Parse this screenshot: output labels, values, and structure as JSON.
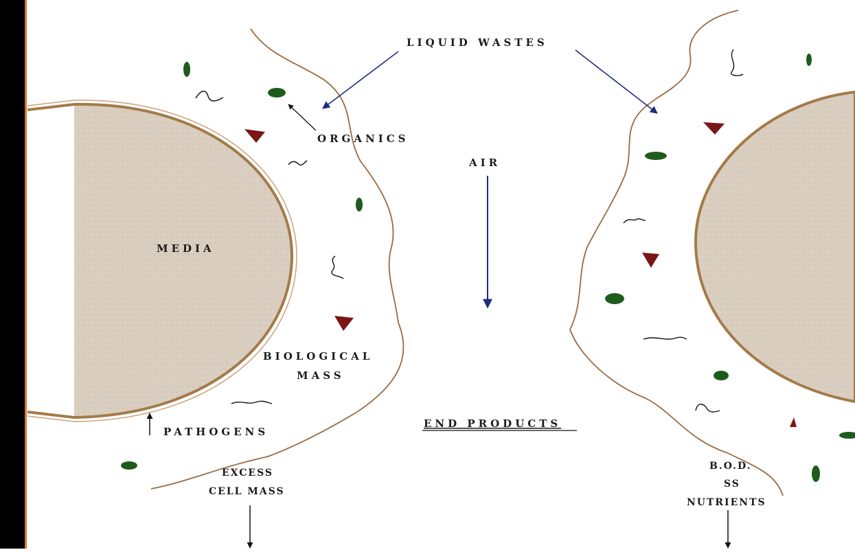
{
  "labels": {
    "liquid_wastes": "LIQUID WASTES",
    "organics": "ORGANICS",
    "air": "AIR",
    "media": "MEDIA",
    "biological_mass_line1": "BIOLOGICAL",
    "biological_mass_line2": "MASS",
    "pathogens": "PATHOGENS",
    "end_products": "END PRODUCTS",
    "excess_cell_mass_line1": "EXCESS",
    "excess_cell_mass_line2": "CELL MASS",
    "bod": "B.O.D.",
    "ss": "SS",
    "nutrients": "NUTRIENTS"
  },
  "colors": {
    "media_fill": "#d9cebf",
    "media_border": "#a47a48",
    "film_boundary": "#9a6a40",
    "arrow_blue": "#1f2a80",
    "organism_green": "#1e5c1e",
    "organism_red": "#7a1616",
    "left_bar": "#000000",
    "left_rule": "#d9772a"
  }
}
